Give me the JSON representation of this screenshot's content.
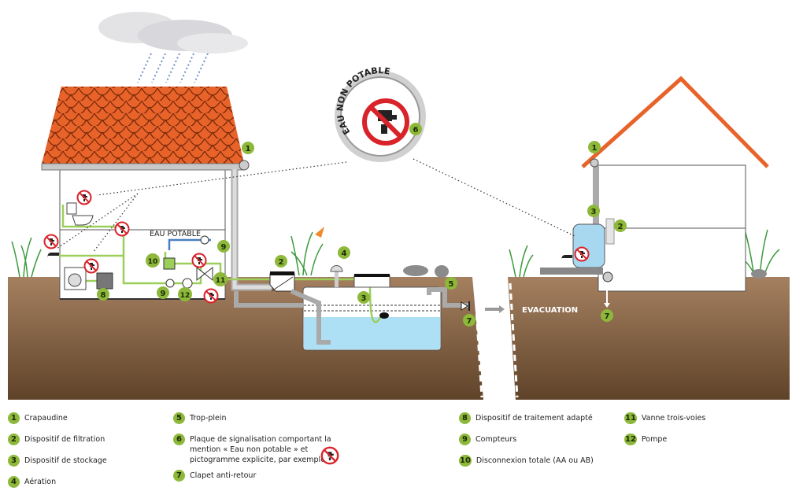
{
  "sign": {
    "title": "EAU NON POTABLE",
    "number": "6"
  },
  "labels": {
    "eau_potable": "EAU POTABLE",
    "evacuation": "EVACUATION"
  },
  "markers": {
    "m1_left": "1",
    "m1_right": "1",
    "m2_left": "2",
    "m2_right": "2",
    "m3_left": "3",
    "m3_right": "3",
    "m4": "4",
    "m5": "5",
    "m7_left": "7",
    "m7_right": "7",
    "m8": "8",
    "m9_a": "9",
    "m9_b": "9",
    "m10": "10",
    "m11": "11",
    "m12": "12"
  },
  "legend": [
    {
      "num": "1",
      "text": "Crapaudine"
    },
    {
      "num": "2",
      "text": "Dispositif de filtration"
    },
    {
      "num": "3",
      "text": "Dispositif de stockage"
    },
    {
      "num": "4",
      "text": "Aération"
    },
    {
      "num": "5",
      "text": "Trop-plein"
    },
    {
      "num": "6",
      "text": "Plaque de signalisation comportant la mention « Eau non potable » et pictogramme explicite, par exemple :"
    },
    {
      "num": "7",
      "text": "Clapet anti-retour"
    },
    {
      "num": "8",
      "text": "Dispositif de traitement adapté"
    },
    {
      "num": "9",
      "text": "Compteurs"
    },
    {
      "num": "10",
      "text": "Disconnexion totale (AA ou AB)"
    },
    {
      "num": "11",
      "text": "Vanne trois-voies"
    },
    {
      "num": "12",
      "text": "Pompe"
    }
  ],
  "colors": {
    "marker": "#8db83a",
    "roof": "#e8632a",
    "ground": "#8a6846",
    "water": "#aee0f5",
    "pipe_green": "#9ccf5a",
    "pipe_blue": "#4a7fc1",
    "prohibition": "#d9232a"
  }
}
